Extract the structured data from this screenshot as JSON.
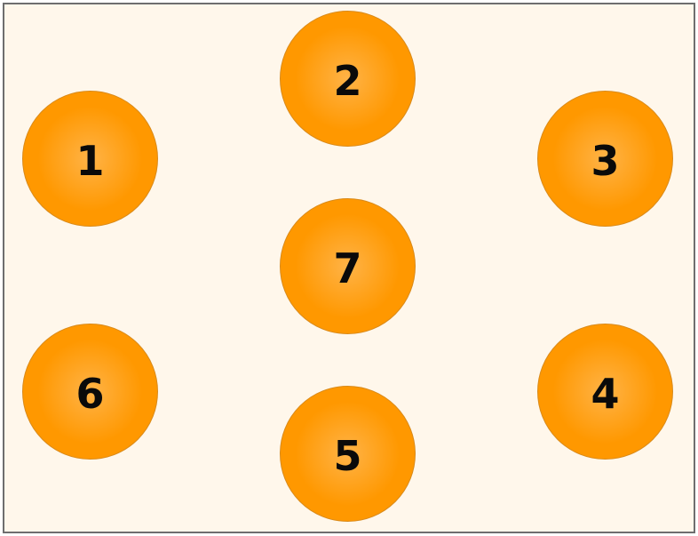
{
  "colors": {
    "background": "#fff7eb",
    "border": "#6e6e6e",
    "node_center": "#ffb347",
    "node_edge": "#ff9800",
    "label": "#0a0a0a"
  },
  "nodes": [
    {
      "id": "node-1",
      "label": "1"
    },
    {
      "id": "node-2",
      "label": "2"
    },
    {
      "id": "node-3",
      "label": "3"
    },
    {
      "id": "node-4",
      "label": "4"
    },
    {
      "id": "node-5",
      "label": "5"
    },
    {
      "id": "node-6",
      "label": "6"
    },
    {
      "id": "node-7",
      "label": "7"
    }
  ]
}
